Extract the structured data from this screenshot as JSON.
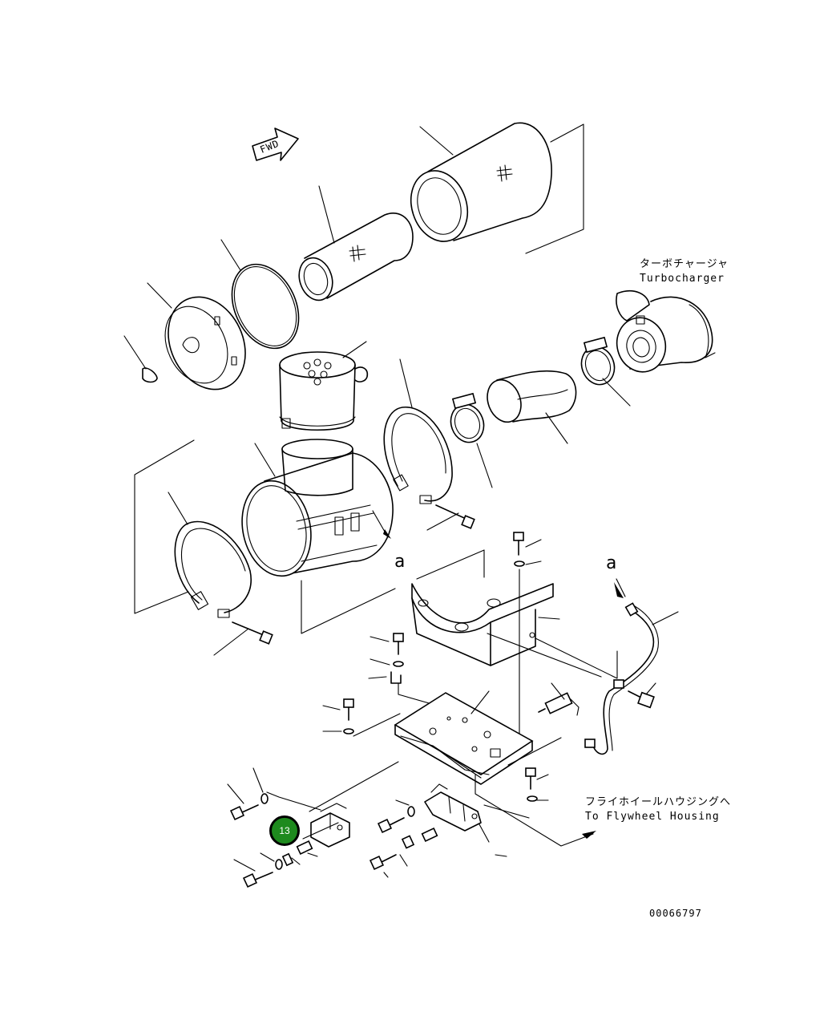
{
  "diagram": {
    "labels": {
      "turbocharger_jp": "ターボチャージャ",
      "turbocharger_en": "Turbocharger",
      "flywheel_jp": "フライホイールハウジングへ",
      "flywheel_en": "To Flywheel Housing",
      "fwd_arrow": "FWD",
      "ref_letter_left": "a",
      "ref_letter_right": "a",
      "drawing_number": "00066797"
    },
    "callout": {
      "number": "13",
      "fill_color": "#1e8a1e"
    }
  }
}
